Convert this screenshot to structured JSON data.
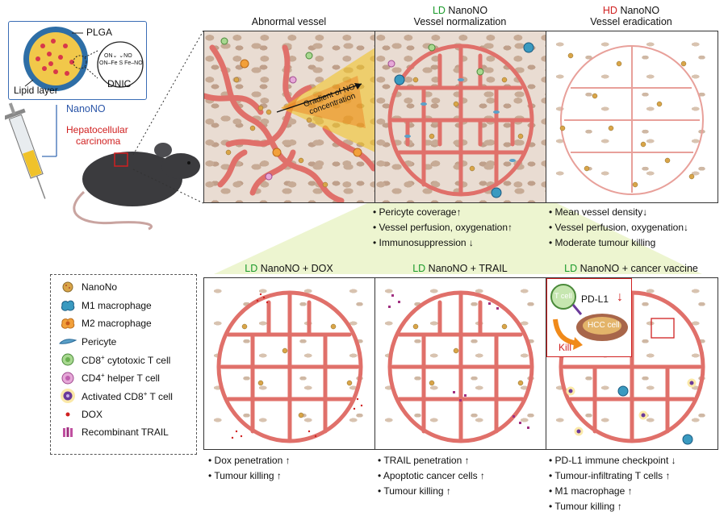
{
  "inset": {
    "plga": "PLGA",
    "lipid": "Lipid layer",
    "dnic": "DNIC",
    "dnic_formula_top": "ON⌄ ⌄NO",
    "dnic_formula": "ON–Fe S Fe–NO",
    "nanono": "NanoNO"
  },
  "mouse": {
    "label_line1": "Hepatocellular",
    "label_line2": "carcinoma"
  },
  "top_panels": [
    {
      "title_line1": "",
      "title_prefix": "",
      "title_suffix": "Abnormal vessel",
      "gradient_line1": "Gradient of NO",
      "gradient_line2": "concentration"
    },
    {
      "title_prefix": "LD",
      "title_suffix": " NanoNO",
      "title_line2": "Vessel normalization"
    },
    {
      "title_prefix": "HD",
      "title_suffix": " NanoNO",
      "title_line2": "Vessel eradication"
    }
  ],
  "top_bullets": {
    "ld": [
      "Pericyte coverage↑",
      "Vessel perfusion, oxygenation↑",
      "Immunosuppression ↓"
    ],
    "hd": [
      "Mean vessel density↓",
      "Vessel perfusion, oxygenation↓",
      "Moderate tumour killing"
    ]
  },
  "bottom_panels": [
    {
      "prefix": "LD",
      "suffix": " NanoNO + DOX"
    },
    {
      "prefix": "LD",
      "suffix": " NanoNO + TRAIL"
    },
    {
      "prefix": "LD",
      "suffix": " NanoNO + cancer vaccine"
    }
  ],
  "vaccine_inset": {
    "tcell": "T cell",
    "pdl1": "PD-L1",
    "arrow": "↓",
    "hcc": "HCC cell",
    "kill": "Kill"
  },
  "bottom_bullets": {
    "dox": [
      "Dox penetration ↑",
      "Tumour killing ↑"
    ],
    "trail": [
      "TRAIL penetration ↑",
      "Apoptotic cancer cells ↑",
      "Tumour killing ↑"
    ],
    "vaccine": [
      "PD-L1 immune checkpoint ↓",
      "Tumour-infiltrating T cells ↑",
      "M1 macrophage ↑",
      "Tumour killing ↑"
    ]
  },
  "legend": [
    {
      "icon": "nanono-icon",
      "label": "NanoNo",
      "sup": "",
      "rest": ""
    },
    {
      "icon": "m1-macrophage-icon",
      "label": "M1 macrophage",
      "sup": "",
      "rest": ""
    },
    {
      "icon": "m2-macrophage-icon",
      "label": "M2 macrophage",
      "sup": "",
      "rest": ""
    },
    {
      "icon": "pericyte-icon",
      "label": "Pericyte",
      "sup": "",
      "rest": ""
    },
    {
      "icon": "cd8-tcell-icon",
      "label": "CD8",
      "sup": "+",
      "rest": " cytotoxic T cell"
    },
    {
      "icon": "cd4-tcell-icon",
      "label": "CD4",
      "sup": "+",
      "rest": " helper T cell"
    },
    {
      "icon": "activated-cd8-icon",
      "label": "Activated CD8",
      "sup": "+",
      "rest": " T cell"
    },
    {
      "icon": "dox-icon",
      "label": "DOX",
      "sup": "",
      "rest": ""
    },
    {
      "icon": "trail-icon",
      "label": "Recombinant TRAIL",
      "sup": "",
      "rest": ""
    }
  ],
  "colors": {
    "vessel": "#e0706a",
    "ld": "#1a9a2a",
    "hd": "#d02020",
    "nanono_label": "#2a55a8",
    "hcc_label": "#d02020"
  }
}
